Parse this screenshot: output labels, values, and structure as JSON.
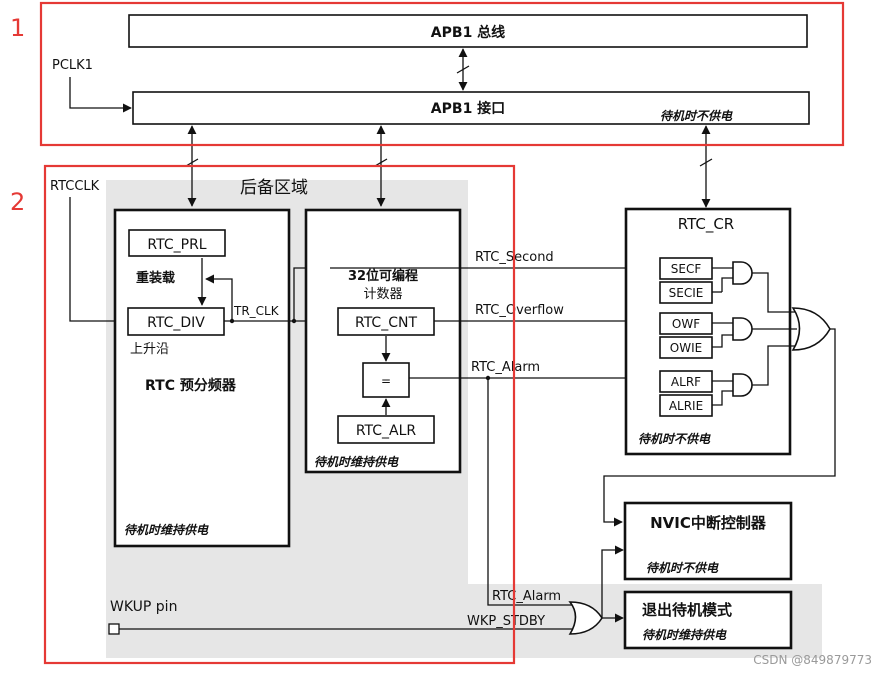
{
  "regions": [
    {
      "number": "1",
      "color": "#e53935"
    },
    {
      "number": "2",
      "color": "#e53935"
    }
  ],
  "bus": {
    "apb1_bus": "APB1 总线",
    "apb1_interface": "APB1 接口",
    "pclk1": "PCLK1",
    "standby_no_power": "待机时不供电"
  },
  "backup_domain": {
    "title": "后备区域",
    "rtcclk": "RTCCLK",
    "prescaler": {
      "prl": "RTC_PRL",
      "reload": "重装载",
      "div": "RTC_DIV",
      "rising_edge": "上升沿",
      "title": "RTC 预分频器",
      "standby": "待机时维持供电",
      "tr_clk": "TR_CLK"
    },
    "counter": {
      "title_line1": "32位可编程",
      "title_line2": "计数器",
      "cnt": "RTC_CNT",
      "eq": "=",
      "alr": "RTC_ALR",
      "standby": "待机时维持供电"
    }
  },
  "signals": {
    "second": "RTC_Second",
    "overflow": "RTC_Overflow",
    "alarm": "RTC_Alarm",
    "alarm2": "RTC_Alarm",
    "wkp_stdby": "WKP_STDBY",
    "wkup_pin": "WKUP pin"
  },
  "rtc_cr": {
    "title": "RTC_CR",
    "secf": "SECF",
    "secie": "SECIE",
    "owf": "OWF",
    "owie": "OWIE",
    "alrf": "ALRF",
    "alrie": "ALRIE",
    "standby": "待机时不供电"
  },
  "nvic": {
    "title": "NVIC中断控制器",
    "standby": "待机时不供电"
  },
  "exit_standby": {
    "title": "退出待机模式",
    "standby": "待机时维持供电"
  },
  "watermark": "CSDN @849879773",
  "colors": {
    "highlight": "#e53935",
    "backup_fill": "#e6e6e6"
  }
}
